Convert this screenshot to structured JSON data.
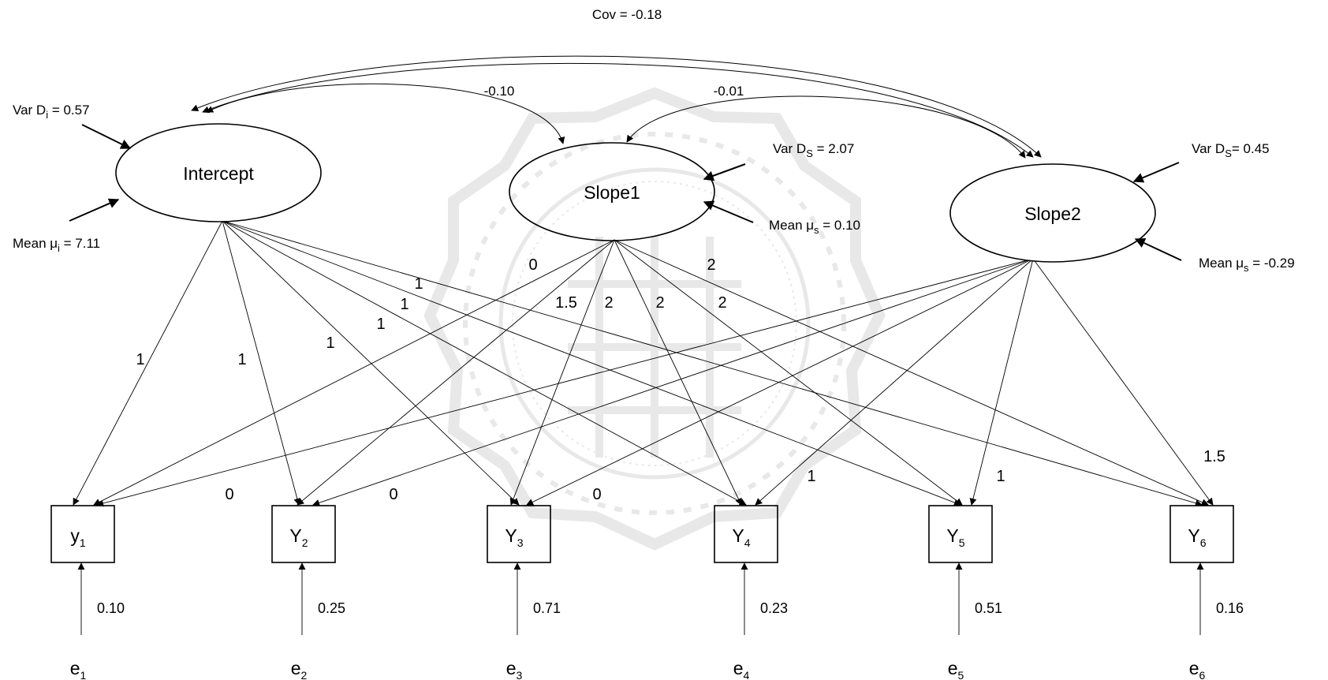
{
  "covariances": {
    "intercept_slope2": "Cov = -0.18",
    "intercept_slope1": "-0.10",
    "slope1_slope2": "-0.01"
  },
  "latents": {
    "intercept": {
      "label": "Intercept",
      "var_prefix": "Var D",
      "var_sub": "i",
      "var_suffix": " = 0.57",
      "mean_prefix": "Mean μ",
      "mean_sub": "i",
      "mean_suffix": " = 7.11"
    },
    "slope1": {
      "label": "Slope1",
      "var_prefix": "Var D",
      "var_sub": "S",
      "var_suffix": " = 2.07",
      "mean_prefix": "Mean μ",
      "mean_sub": "s",
      "mean_suffix": " = 0.10"
    },
    "slope2": {
      "label": "Slope2",
      "var_prefix": "Var D",
      "var_sub": "S",
      "var_suffix": "= 0.45",
      "mean_prefix": "Mean μ",
      "mean_sub": "s",
      "mean_suffix": " = -0.29"
    }
  },
  "observed": [
    {
      "base": "y",
      "sub": "1"
    },
    {
      "base": "Y",
      "sub": "2"
    },
    {
      "base": "Y",
      "sub": "3"
    },
    {
      "base": "Y",
      "sub": "4"
    },
    {
      "base": "Y",
      "sub": "5"
    },
    {
      "base": "Y",
      "sub": "6"
    }
  ],
  "errors": [
    {
      "base": "e",
      "sub": "1",
      "value": "0.10"
    },
    {
      "base": "e",
      "sub": "2",
      "value": "0.25"
    },
    {
      "base": "e",
      "sub": "3",
      "value": "0.71"
    },
    {
      "base": "e",
      "sub": "4",
      "value": "0.23"
    },
    {
      "base": "e",
      "sub": "5",
      "value": "0.51"
    },
    {
      "base": "e",
      "sub": "6",
      "value": "0.16"
    }
  ],
  "loadings": {
    "intercept": [
      "1",
      "1",
      "1",
      "1",
      "1",
      "1"
    ],
    "slope1": [
      "0",
      "1.5",
      "2",
      "2",
      "2",
      "2"
    ],
    "slope2": [
      "0",
      "0",
      "0",
      "1",
      "1",
      "1.5"
    ]
  }
}
